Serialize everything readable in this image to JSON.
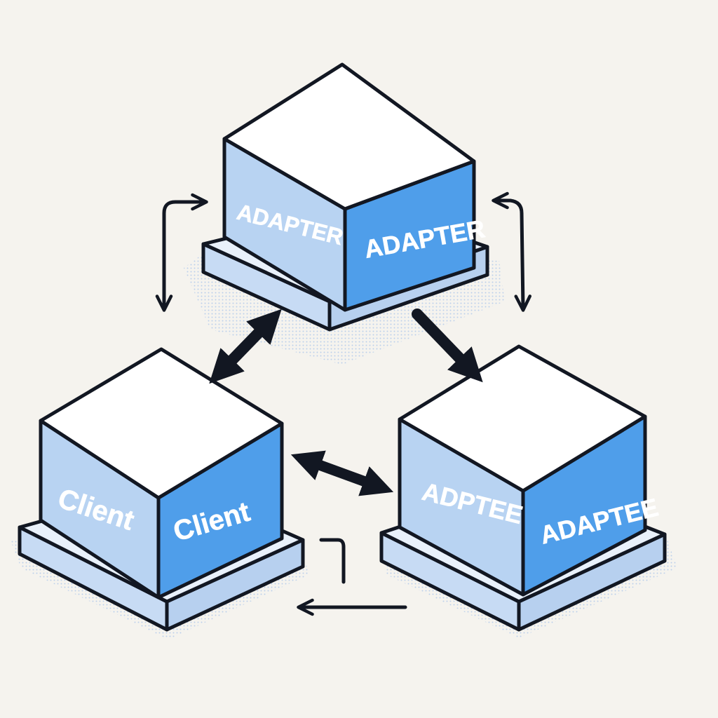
{
  "colors": {
    "background": "#f5f3ee",
    "outline": "#121722",
    "top_face": "#ffffff",
    "left_face": "#b8d3f2",
    "right_face": "#4f9eea",
    "base_top": "#e9f1fb",
    "base_side": "#c7dbf4",
    "shadow_dots": "#8fb6ea",
    "label_text": "#ffffff"
  },
  "blocks": {
    "adapter": {
      "left_label": "ADAPTER",
      "right_label": "ADAPTER"
    },
    "client": {
      "left_label": "Client",
      "right_label": "Client"
    },
    "adaptee": {
      "left_label": "ADPTEE",
      "right_label": "ADAPTEE"
    }
  },
  "arrows": [
    {
      "name": "adapter-client-double-arrow",
      "kind": "double"
    },
    {
      "name": "adapter-to-adaptee-arrow",
      "kind": "single"
    },
    {
      "name": "client-adaptee-double-arrow",
      "kind": "double"
    },
    {
      "name": "top-left-bent-arrow",
      "kind": "bent"
    },
    {
      "name": "top-right-bent-arrow",
      "kind": "bent"
    },
    {
      "name": "bottom-return-arrow",
      "kind": "bent"
    }
  ]
}
